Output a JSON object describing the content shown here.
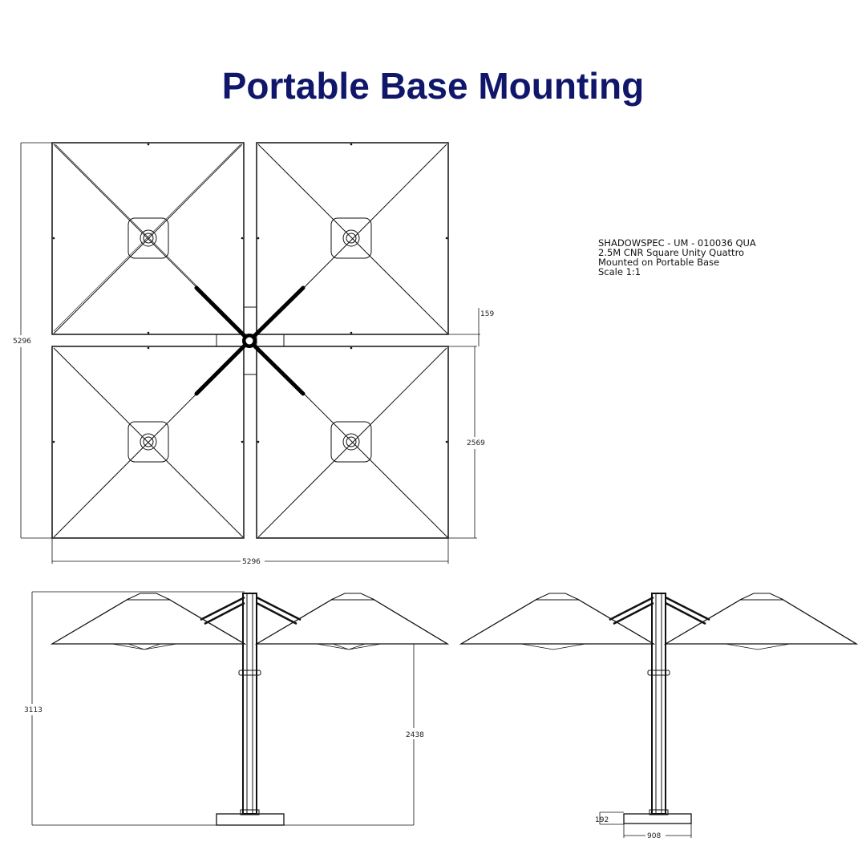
{
  "title": "Portable Base Mounting",
  "spec": {
    "line1": "SHADOWSPEC - UM - 010036 QUA",
    "line2": "2.5M CNR Square Unity Quattro",
    "line3": "Mounted on Portable Base",
    "line4": "Scale 1:1"
  },
  "dimensions": {
    "plan_height": "5296",
    "plan_width": "5296",
    "gap": "159",
    "panel": "2569",
    "overall_height": "3113",
    "clearance": "2438",
    "base_height": "192",
    "base_width": "908"
  },
  "colors": {
    "title": "#10176a",
    "line": "#111111"
  }
}
